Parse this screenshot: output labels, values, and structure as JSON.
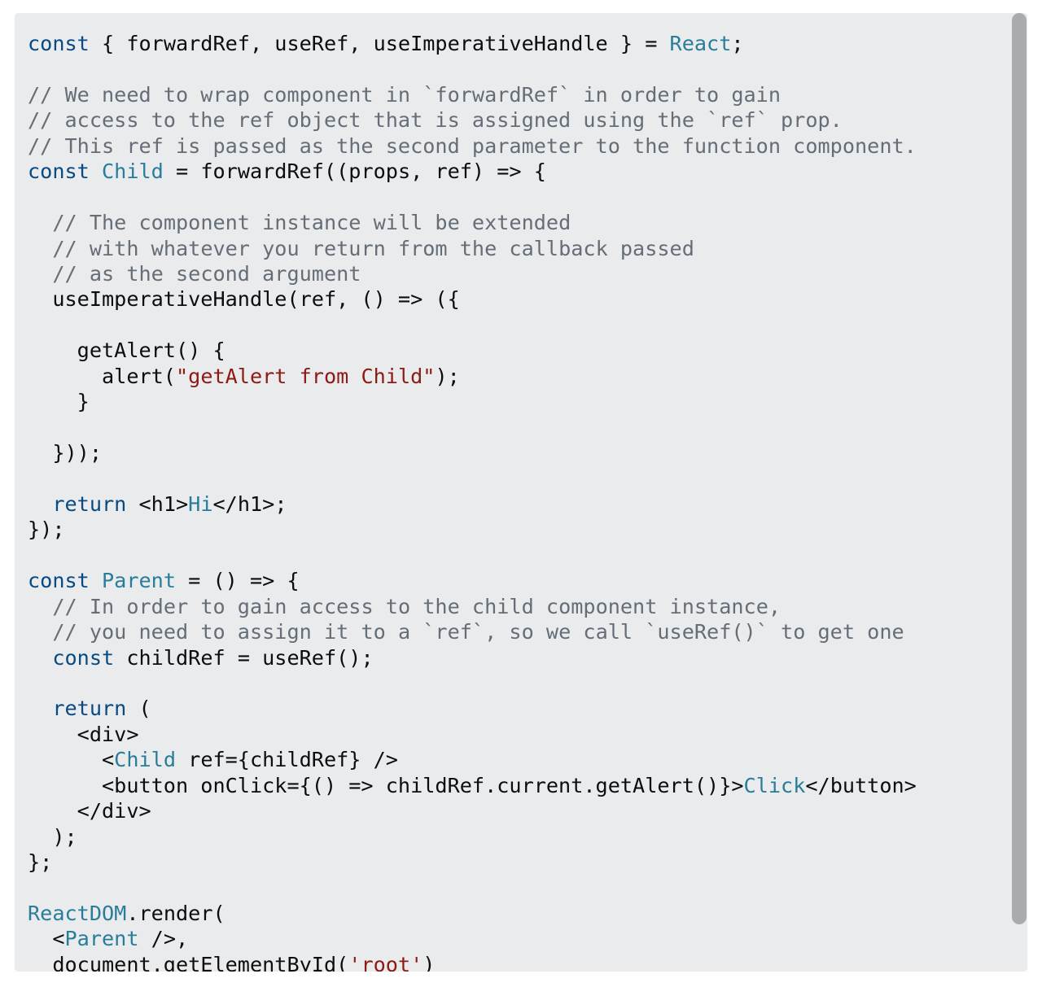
{
  "code": {
    "language": "javascript",
    "lines": [
      [
        [
          "kw",
          "const"
        ],
        [
          "pl",
          " { forwardRef, useRef, useImperativeHandle } = "
        ],
        [
          "ty",
          "React"
        ],
        [
          "pl",
          ";"
        ]
      ],
      [],
      [
        [
          "cm",
          "// We need to wrap component in `forwardRef` in order to gain"
        ]
      ],
      [
        [
          "cm",
          "// access to the ref object that is assigned using the `ref` prop."
        ]
      ],
      [
        [
          "cm",
          "// This ref is passed as the second parameter to the function component."
        ]
      ],
      [
        [
          "kw",
          "const"
        ],
        [
          "pl",
          " "
        ],
        [
          "ty",
          "Child"
        ],
        [
          "pl",
          " = forwardRef((props, ref) => {"
        ]
      ],
      [],
      [
        [
          "pl",
          "  "
        ],
        [
          "cm",
          "// The component instance will be extended"
        ]
      ],
      [
        [
          "pl",
          "  "
        ],
        [
          "cm",
          "// with whatever you return from the callback passed"
        ]
      ],
      [
        [
          "pl",
          "  "
        ],
        [
          "cm",
          "// as the second argument"
        ]
      ],
      [
        [
          "pl",
          "  useImperativeHandle(ref, () => ({"
        ]
      ],
      [],
      [
        [
          "pl",
          "    getAlert() {"
        ]
      ],
      [
        [
          "pl",
          "      alert("
        ],
        [
          "str",
          "\"getAlert from Child\""
        ],
        [
          "pl",
          ");"
        ]
      ],
      [
        [
          "pl",
          "    }"
        ]
      ],
      [],
      [
        [
          "pl",
          "  }));"
        ]
      ],
      [],
      [
        [
          "pl",
          "  "
        ],
        [
          "kw",
          "return"
        ],
        [
          "pl",
          " <h1>"
        ],
        [
          "ty",
          "Hi"
        ],
        [
          "pl",
          "</h1>;"
        ]
      ],
      [
        [
          "pl",
          "});"
        ]
      ],
      [],
      [
        [
          "kw",
          "const"
        ],
        [
          "pl",
          " "
        ],
        [
          "ty",
          "Parent"
        ],
        [
          "pl",
          " = () => {"
        ]
      ],
      [
        [
          "pl",
          "  "
        ],
        [
          "cm",
          "// In order to gain access to the child component instance,"
        ]
      ],
      [
        [
          "pl",
          "  "
        ],
        [
          "cm",
          "// you need to assign it to a `ref`, so we call `useRef()` to get one"
        ]
      ],
      [
        [
          "pl",
          "  "
        ],
        [
          "kw",
          "const"
        ],
        [
          "pl",
          " childRef = useRef();"
        ]
      ],
      [],
      [
        [
          "pl",
          "  "
        ],
        [
          "kw",
          "return"
        ],
        [
          "pl",
          " ("
        ]
      ],
      [
        [
          "pl",
          "    <div>"
        ]
      ],
      [
        [
          "pl",
          "      <"
        ],
        [
          "ty",
          "Child"
        ],
        [
          "pl",
          " ref={childRef} />"
        ]
      ],
      [
        [
          "pl",
          "      <button onClick={() => childRef.current.getAlert()}>"
        ],
        [
          "ty",
          "Click"
        ],
        [
          "pl",
          "</button>"
        ]
      ],
      [
        [
          "pl",
          "    </div>"
        ]
      ],
      [
        [
          "pl",
          "  );"
        ]
      ],
      [
        [
          "pl",
          "};"
        ]
      ],
      [],
      [
        [
          "ty",
          "ReactDOM"
        ],
        [
          "pl",
          ".render("
        ]
      ],
      [
        [
          "pl",
          "  <"
        ],
        [
          "ty",
          "Parent"
        ],
        [
          "pl",
          " />,"
        ]
      ],
      [
        [
          "pl",
          "  document.getElementById("
        ],
        [
          "str",
          "'root'"
        ],
        [
          "pl",
          ")"
        ]
      ]
    ]
  },
  "colors": {
    "panel_background": "#e9ebed",
    "keyword": "#0a4a82",
    "type": "#2a7d9a",
    "comment": "#656e77",
    "string": "#8e1a14",
    "plain": "#0c0d0e",
    "scrollbar_thumb": "#a9abad"
  }
}
